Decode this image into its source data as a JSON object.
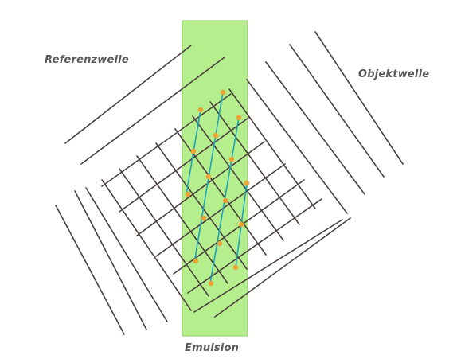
{
  "labels": {
    "reference_wave": "Referenzwelle",
    "object_wave": "Objektwelle",
    "emulsion": "Emulsion"
  },
  "colors": {
    "background": "#ffffff",
    "emulsion_fill": "#b5ee8c",
    "emulsion_stroke": "#8fd25f",
    "wave_lines": "#4a3f3f",
    "interference_lines": "#1ea3b8",
    "intersection_points": "#f0a030",
    "label_text": "#5a5a5a"
  }
}
